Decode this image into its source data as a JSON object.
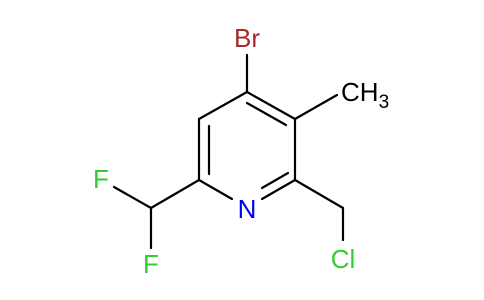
{
  "molecule": {
    "atoms": {
      "br": "Br",
      "methyl": "CH",
      "methyl_subscript": "3",
      "nitrogen": "N",
      "fluorine_top": "F",
      "fluorine_bottom": "F",
      "chlorine": "Cl"
    }
  },
  "colors": {
    "bond": "#000000",
    "bromine": "#a52a2a",
    "carbon": "#000000",
    "nitrogen": "#0000ff",
    "fluorine": "#33cc33",
    "chlorine": "#33cc33"
  }
}
